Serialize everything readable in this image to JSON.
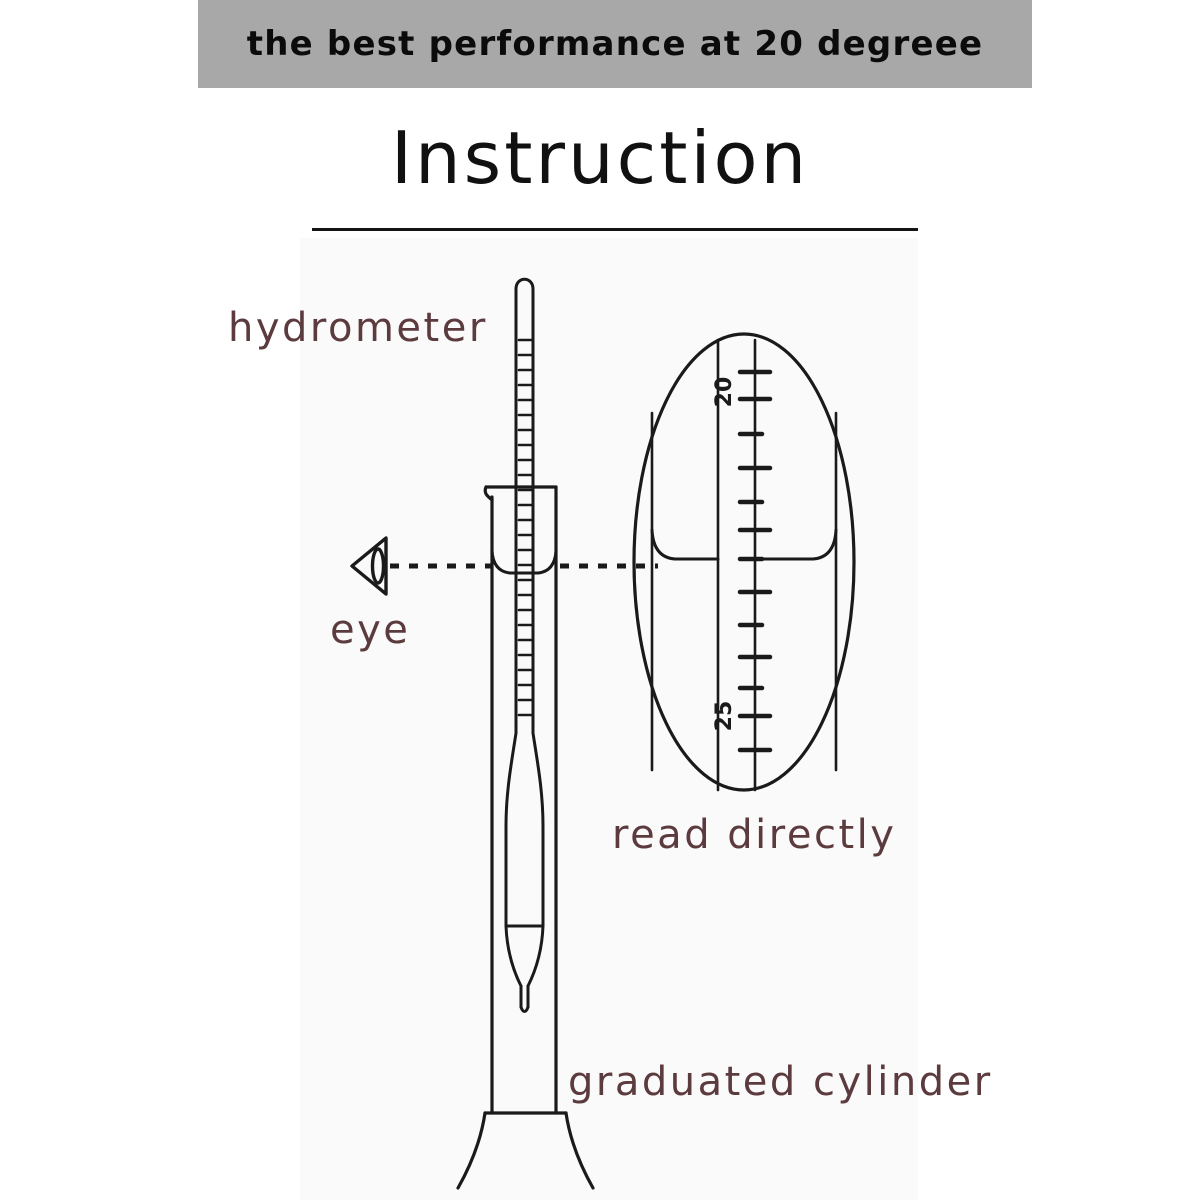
{
  "banner": {
    "text": "the best performance at 20 degreee",
    "background_color": "#a8a8a8",
    "text_color": "#0b0b0b"
  },
  "title": {
    "text": "Instruction",
    "color": "#111111"
  },
  "diagram": {
    "name": "hydrometer-reading-instruction-diagram",
    "line_color": "#1a1a1a",
    "label_color": "#5c3b3f",
    "labels": {
      "hydrometer": "hydrometer",
      "eye": "eye",
      "read_directly": "read directly",
      "graduated_cylinder": "graduated cylinder"
    },
    "magnifier": {
      "name": "magnified-scale-view",
      "scale_values": [
        "20",
        "25"
      ],
      "tick_count": 10,
      "shows_meniscus": true,
      "sight_line_style": "dotted"
    },
    "parts": [
      "hydrometer-stem",
      "hydrometer-bulb",
      "hydrometer-ballast",
      "graduated-cylinder",
      "cylinder-spout",
      "cylinder-foot",
      "liquid-meniscus",
      "eye-symbol",
      "sight-line"
    ]
  }
}
